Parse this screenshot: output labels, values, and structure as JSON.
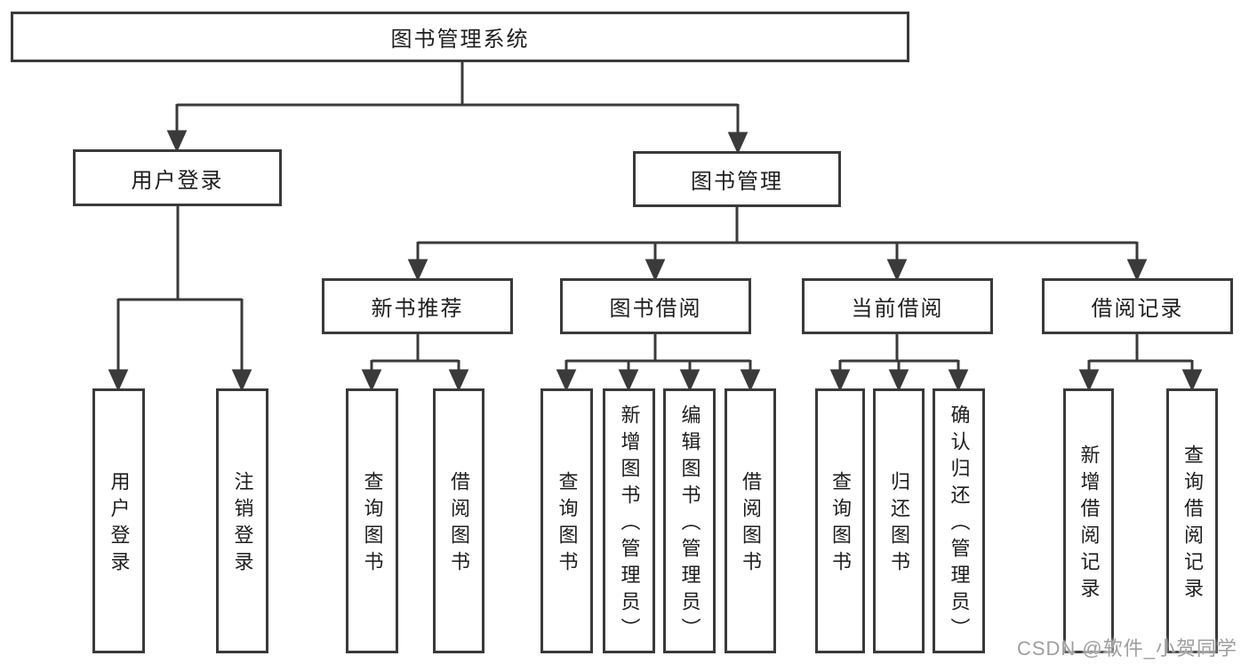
{
  "colors": {
    "line": "#3a3a3a",
    "box_border": "#3a3a3a",
    "text": "#1e1e1e",
    "background": "#ffffff",
    "watermark": "#9f9f9f"
  },
  "root": {
    "label": "图书管理系统"
  },
  "user_login": {
    "label": "用户登录",
    "children": [
      {
        "label": "用户登录"
      },
      {
        "label": "注销登录"
      }
    ]
  },
  "book_mgmt": {
    "label": "图书管理",
    "sections": [
      {
        "label": "新书推荐",
        "children": [
          {
            "label": "查询图书"
          },
          {
            "label": "借阅图书"
          }
        ]
      },
      {
        "label": "图书借阅",
        "children": [
          {
            "label": "查询图书"
          },
          {
            "label": "新增图书（管理员）"
          },
          {
            "label": "编辑图书（管理员）"
          },
          {
            "label": "借阅图书"
          }
        ]
      },
      {
        "label": "当前借阅",
        "children": [
          {
            "label": "查询图书"
          },
          {
            "label": "归还图书"
          },
          {
            "label": "确认归还（管理员）"
          }
        ]
      },
      {
        "label": "借阅记录",
        "children": [
          {
            "label": "新增借阅记录"
          },
          {
            "label": "查询借阅记录"
          }
        ]
      }
    ]
  },
  "watermark": {
    "text": "CSDN @软件_小贺同学"
  }
}
